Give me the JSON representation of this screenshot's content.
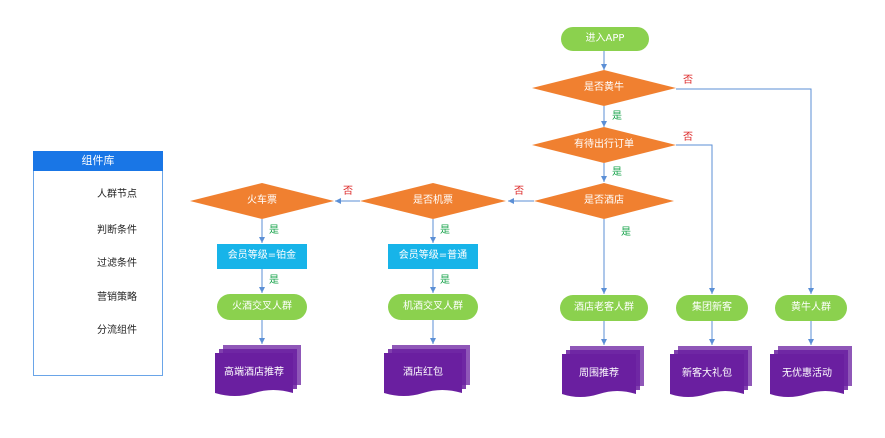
{
  "legend": {
    "title": "组件库",
    "items": [
      "人群节点",
      "判断条件",
      "过滤条件",
      "营销策略",
      "分流组件"
    ]
  },
  "nodes": {
    "start": "进入APP",
    "decision_huangniu": "是否黄牛",
    "decision_trip": "有待出行订单",
    "decision_hotel": "是否酒店",
    "decision_flight": "是否机票",
    "decision_train": "火车票",
    "filter_train": "会员等级=铂金",
    "filter_flight": "会员等级=普通",
    "crowd_train": "火酒交叉人群",
    "crowd_flight": "机酒交叉人群",
    "crowd_hotel": "酒店老客人群",
    "crowd_group": "集团新客",
    "crowd_huangniu": "黄牛人群",
    "strategy_train": "高端酒店推荐",
    "strategy_flight": "酒店红包",
    "strategy_hotel": "周围推荐",
    "strategy_group": "新客大礼包",
    "strategy_huangniu": "无优惠活动"
  },
  "edge_labels": {
    "yes": "是",
    "no": "否"
  },
  "colors": {
    "crowd": "#8bd14e",
    "decision": "#f08030",
    "filter": "#17b4e9",
    "strategy": "#6a1fa0",
    "split": "#e8348a",
    "legend_header": "#1976e6",
    "connector": "#5b8fd6"
  }
}
